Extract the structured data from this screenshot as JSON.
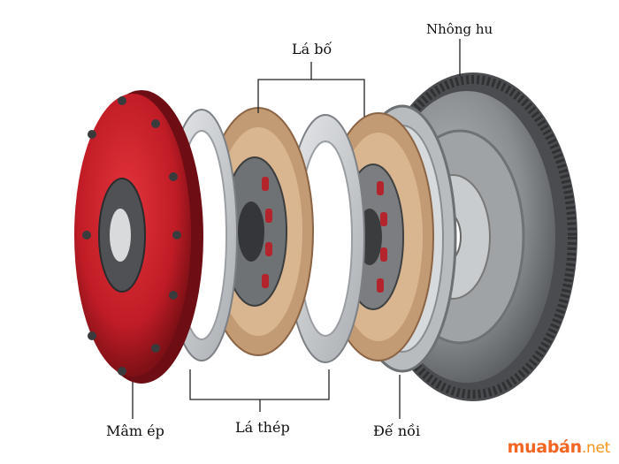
{
  "labels": {
    "top_right": "Nhông hu",
    "top_center": "Lá bố",
    "bottom_left": "Mâm ép",
    "bottom_center": "Lá thép",
    "bottom_right": "Đế nồi"
  },
  "watermark": {
    "brand": "muabán",
    "domain": ".net"
  },
  "colors": {
    "pressure_plate": "#c8202a",
    "friction_facing": "#c9a07a",
    "steel_plate": "#c8ccd0",
    "flywheel": "#8a8d90",
    "leader_line": "#222222",
    "brand_orange": "#f26522"
  }
}
